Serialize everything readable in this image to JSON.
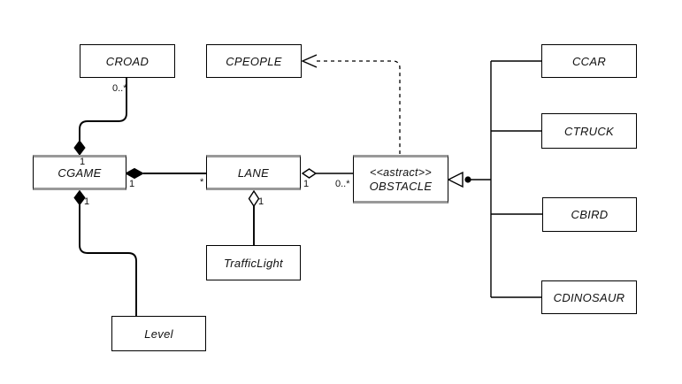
{
  "diagram_type": "uml-class-diagram",
  "classes": {
    "croad": {
      "name": "CROAD"
    },
    "cpeople": {
      "name": "CPEOPLE"
    },
    "ccar": {
      "name": "CCAR"
    },
    "ctruck": {
      "name": "CTRUCK"
    },
    "cgame": {
      "name": "CGAME"
    },
    "lane": {
      "name": "LANE"
    },
    "obstacle": {
      "name": "OBSTACLE",
      "stereotype": "<<astract>>"
    },
    "cbird": {
      "name": "CBIRD"
    },
    "trafficlight": {
      "name": "TrafficLight"
    },
    "cdinosaur": {
      "name": "CDINOSAUR"
    },
    "level": {
      "name": "Level"
    }
  },
  "multiplicities": {
    "cgame_croad_source": "1",
    "cgame_croad_target": "0..*",
    "cgame_lane_source": "1",
    "cgame_lane_target": "*",
    "lane_obstacle_source": "1",
    "lane_obstacle_target": "0..*",
    "lane_trafficlight_source": "1",
    "cgame_level_source": "1"
  },
  "relationships": [
    {
      "type": "composition",
      "from": "CGAME",
      "to": "CROAD",
      "from_multiplicity": "1",
      "to_multiplicity": "0..*"
    },
    {
      "type": "composition",
      "from": "CGAME",
      "to": "LANE",
      "from_multiplicity": "1",
      "to_multiplicity": "*"
    },
    {
      "type": "composition",
      "from": "CGAME",
      "to": "Level",
      "from_multiplicity": "1"
    },
    {
      "type": "aggregation",
      "from": "LANE",
      "to": "OBSTACLE",
      "from_multiplicity": "1",
      "to_multiplicity": "0..*"
    },
    {
      "type": "aggregation",
      "from": "LANE",
      "to": "TrafficLight",
      "from_multiplicity": "1"
    },
    {
      "type": "dependency",
      "from": "OBSTACLE",
      "to": "CPEOPLE",
      "style": "dashed"
    },
    {
      "type": "generalization",
      "parent": "OBSTACLE",
      "children": [
        "CCAR",
        "CTRUCK",
        "CBIRD",
        "CDINOSAUR"
      ]
    }
  ],
  "colors": {
    "line": "#000000",
    "highlight_border": "#999999",
    "box_background": "#ffffff",
    "canvas_background": "#ffffff"
  }
}
